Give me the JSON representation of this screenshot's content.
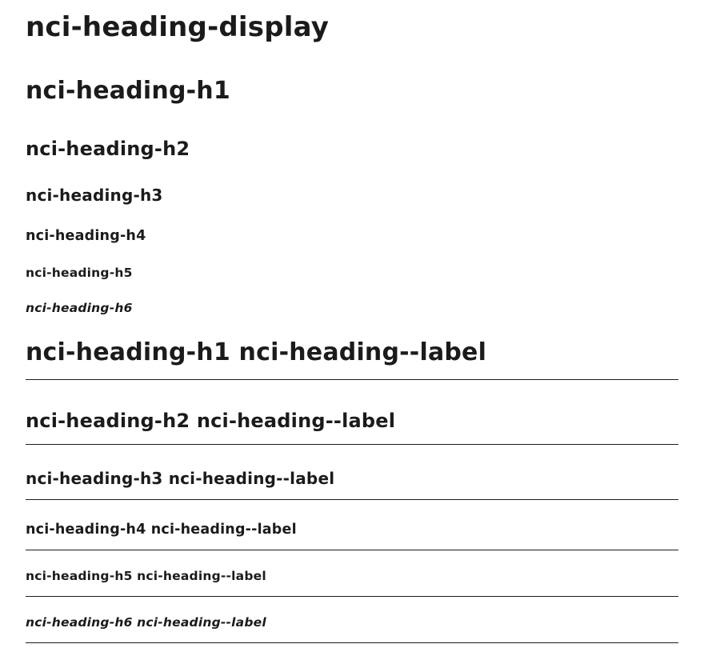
{
  "headings": {
    "display": "nci-heading-display",
    "h1": "nci-heading-h1",
    "h2": "nci-heading-h2",
    "h3": "nci-heading-h3",
    "h4": "nci-heading-h4",
    "h5": "nci-heading-h5",
    "h6": "nci-heading-h6"
  },
  "label_headings": {
    "h1": "nci-heading-h1 nci-heading--label",
    "h2": "nci-heading-h2 nci-heading--label",
    "h3": "nci-heading-h3 nci-heading--label",
    "h4": "nci-heading-h4 nci-heading--label",
    "h5": "nci-heading-h5 nci-heading--label",
    "h6": "nci-heading-h6 nci-heading--label"
  },
  "colors": {
    "text": "#1b1b1b",
    "background": "#ffffff",
    "rule": "#1b1b1b"
  }
}
